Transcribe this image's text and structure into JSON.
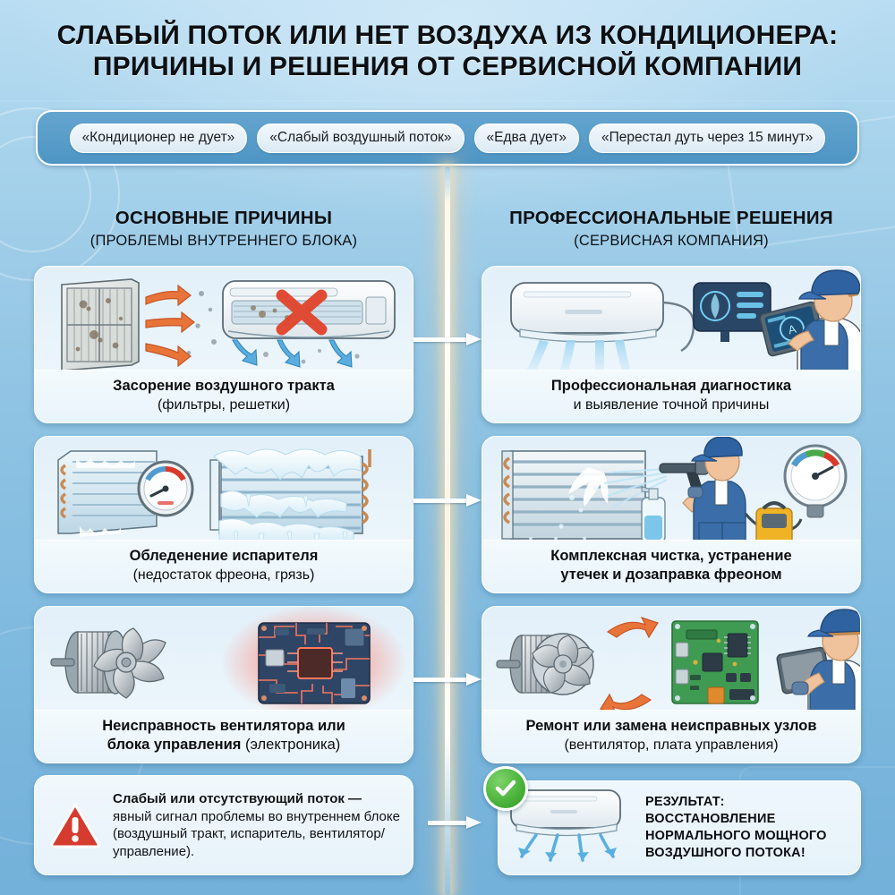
{
  "title": {
    "line1": "СЛАБЫЙ ПОТОК ИЛИ НЕТ ВОЗДУХА ИЗ КОНДИЦИОНЕРА:",
    "line2": "ПРИЧИНЫ И РЕШЕНИЯ ОТ СЕРВИСНОЙ КОМПАНИИ"
  },
  "quotes": [
    "«Кондиционер не дует»",
    "«Слабый воздушный поток»",
    "«Едва дует»",
    "«Перестал дуть через 15 минут»"
  ],
  "columns": {
    "left": {
      "heading": "ОСНОВНЫЕ ПРИЧИНЫ",
      "subheading": "(ПРОБЛЕМЫ ВНУТРЕННЕГО БЛОКА)"
    },
    "right": {
      "heading": "ПРОФЕССИОНАЛЬНЫЕ РЕШЕНИЯ",
      "subheading": "(СЕРВИСНАЯ КОМПАНИЯ)"
    }
  },
  "causes": [
    {
      "line1": "Засорение воздушного тракта",
      "line2": "(фильтры, решетки)",
      "illustration": "dirty-filter-and-blocked-indoor-unit"
    },
    {
      "line1": "Обледенение испарителя",
      "line2": "(недостаток фреона, грязь)",
      "illustration": "frozen-evaporator-coils-with-gauge"
    },
    {
      "line1": "Неисправность вентилятора или",
      "line2_bold": "блока управления",
      "line2_regular": " (электроника)",
      "illustration": "fan-motor-and-faulty-control-board"
    }
  ],
  "solutions": [
    {
      "line1": "Профессиональная диагностика",
      "line2": "и выявление точной причины",
      "illustration": "technician-diagnosing-ac-with-tablet"
    },
    {
      "line1": "Комплексная чистка, устранение",
      "line2": "утечек и дозаправка фреоном",
      "both_bold": true,
      "illustration": "technician-pressure-washing-coil"
    },
    {
      "line1": "Ремонт или замена неисправных узлов",
      "line2": "(вентилятор, плата управления)",
      "illustration": "fan-and-control-board-replacement"
    }
  ],
  "warning": {
    "bold_text": "Слабый или отсутствующий поток —",
    "text": " явный сигнал проблемы во внутреннем блоке (воздушный тракт, испаритель, вентилятор/управление).",
    "icon": "warning-triangle-icon"
  },
  "result": {
    "lines": [
      "РЕЗУЛЬТАТ:",
      "ВОССТАНОВЛЕНИЕ",
      "НОРМАЛЬНОГО МОЩНОГО",
      "ВОЗДУШНОГО ПОТОКА!"
    ],
    "badge_icon": "green-check-icon",
    "illustration": "ac-unit-with-strong-airflow"
  },
  "colors": {
    "background_top": "#b9ddf2",
    "background_bottom": "#74b1da",
    "quotebar": "#4e95c4",
    "divider_glow": "#ffe4b4",
    "warning_red": "#d63b2f",
    "success_green": "#49b23a",
    "arrow_orange": "#e8743a",
    "airflow_blue": "#57b0e0"
  }
}
